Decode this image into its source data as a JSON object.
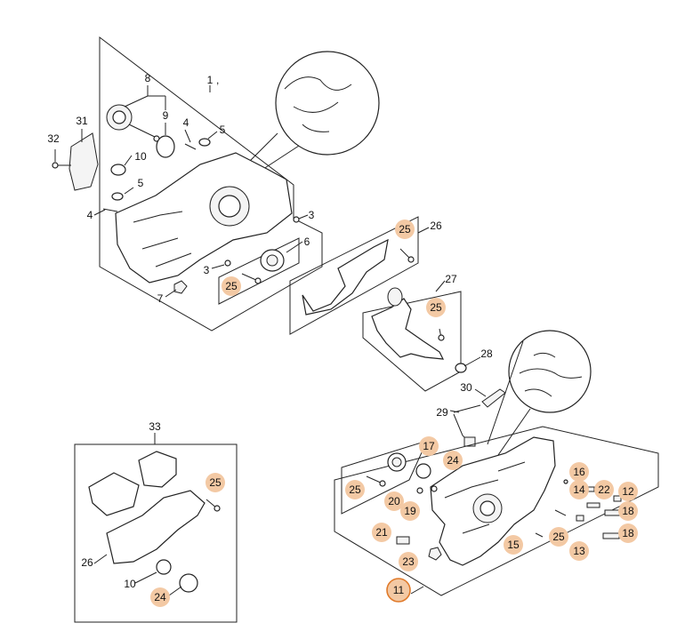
{
  "labels": {
    "p1": "1",
    "p1c": ",",
    "p8": "8",
    "p9": "9",
    "p4a": "4",
    "p5a": "5",
    "p31": "31",
    "p32": "32",
    "p10a": "10",
    "p5b": "5",
    "p4b": "4",
    "p3a": "3",
    "p6": "6",
    "p3b": "3",
    "p25a": "25",
    "p7": "7",
    "p25b": "25",
    "p26a": "26",
    "p27": "27",
    "p25c": "25",
    "p28": "28",
    "p30": "30",
    "p29": "29",
    "p33": "33",
    "p25d": "25",
    "p26b": "26",
    "p10b": "10",
    "p24a": "24",
    "p17": "17",
    "p24b": "24",
    "p25e": "25",
    "p20": "20",
    "p19": "19",
    "p21": "21",
    "p23": "23",
    "p11": "11",
    "p15": "15",
    "p16": "16",
    "p14": "14",
    "p22": "22",
    "p12": "12",
    "p18a": "18",
    "p18b": "18",
    "p25f": "25",
    "p13": "13"
  },
  "colors": {
    "highlight_fill": "#f3c9a4",
    "selected_ring": "#e07a2a",
    "line": "#222222"
  }
}
